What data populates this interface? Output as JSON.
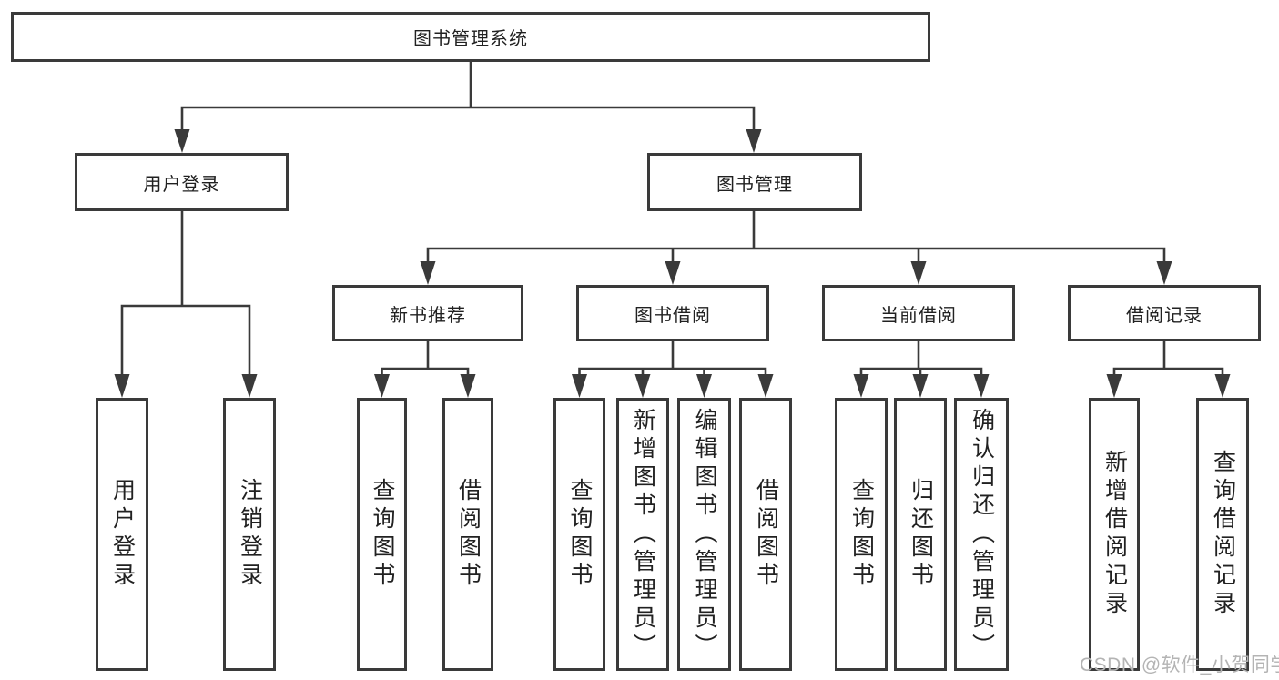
{
  "diagram": {
    "root": {
      "label": "图书管理系统"
    },
    "branches": [
      {
        "label": "用户登录",
        "children": [
          {
            "label": "用户登录"
          },
          {
            "label": "注销登录"
          }
        ]
      },
      {
        "label": "图书管理",
        "children": [
          {
            "label": "新书推荐",
            "children": [
              {
                "label": "查询图书"
              },
              {
                "label": "借阅图书"
              }
            ]
          },
          {
            "label": "图书借阅",
            "children": [
              {
                "label": "查询图书"
              },
              {
                "label": "新增图书（管理员）"
              },
              {
                "label": "编辑图书（管理员）"
              },
              {
                "label": "借阅图书"
              }
            ]
          },
          {
            "label": "当前借阅",
            "children": [
              {
                "label": "查询图书"
              },
              {
                "label": "归还图书"
              },
              {
                "label": "确认归还（管理员）"
              }
            ]
          },
          {
            "label": "借阅记录",
            "children": [
              {
                "label": "新增借阅记录"
              },
              {
                "label": "查询借阅记录"
              }
            ]
          }
        ]
      }
    ]
  },
  "watermark": {
    "text": "CSDN @软件_小贺同学"
  },
  "colors": {
    "line": "#3a3a3a",
    "text": "#212121",
    "watermark": "#b4b4b4",
    "background": "#ffffff"
  }
}
